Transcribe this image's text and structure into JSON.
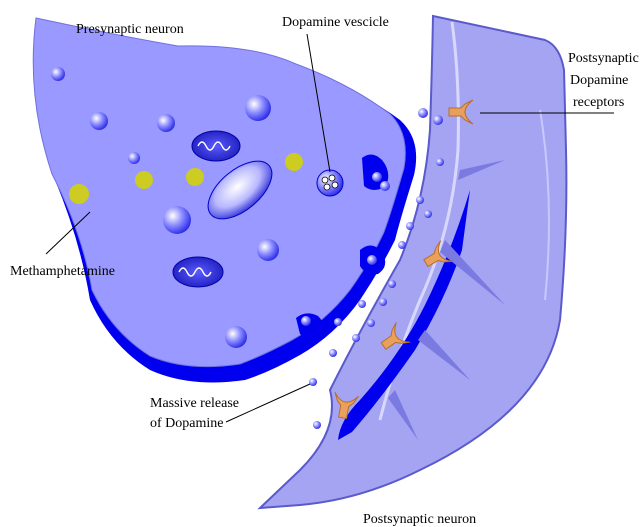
{
  "labels": {
    "presynaptic": "Presynaptic neuron",
    "vesicle": "Dopamine vescicle",
    "receptors": [
      "Postsynaptic",
      "Dopamine",
      "receptors"
    ],
    "meth": "Methamphetamine",
    "release": [
      "Massive release",
      "of Dopamine"
    ],
    "postsynaptic": "Postsynaptic neuron"
  },
  "colors": {
    "neuron_fill": "#9999ff",
    "neuron_edge": "#0000e6",
    "post_fill": "#a4a4f2",
    "post_light": "#c8c8ff",
    "meth": "#cccc22",
    "receptor": "#e8a05a",
    "receptor_edge": "#b86e2a",
    "vesicle": "#3333ff"
  }
}
